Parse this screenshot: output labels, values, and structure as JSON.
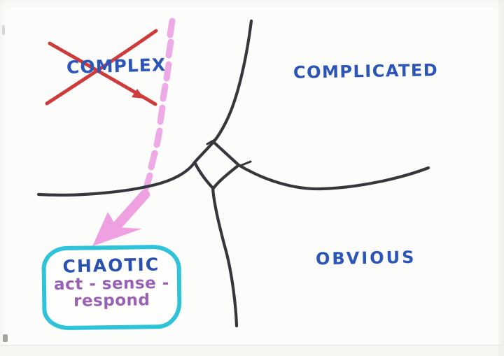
{
  "diagram": {
    "quadrants": {
      "complex": {
        "label": "COMPLEX",
        "crossed_out": true
      },
      "complicated": {
        "label": "COMPLICATED"
      },
      "obvious": {
        "label": "OBVIOUS"
      },
      "chaotic": {
        "label": "CHAOTIC",
        "subtitle_line1": "act - sense -",
        "subtitle_line2": "respond"
      }
    },
    "colors": {
      "label_blue": "#2b55b8",
      "chaotic_blue": "#2b51b0",
      "cross_red": "#cf3b3b",
      "arrow_pink": "#eeaae6",
      "arrowhead_pink": "#efa0e0",
      "box_cyan": "#2ec3d9",
      "subtitle_purple": "#9a60b4",
      "ink_black": "#36373c",
      "paper": "#fcfcfa"
    }
  }
}
